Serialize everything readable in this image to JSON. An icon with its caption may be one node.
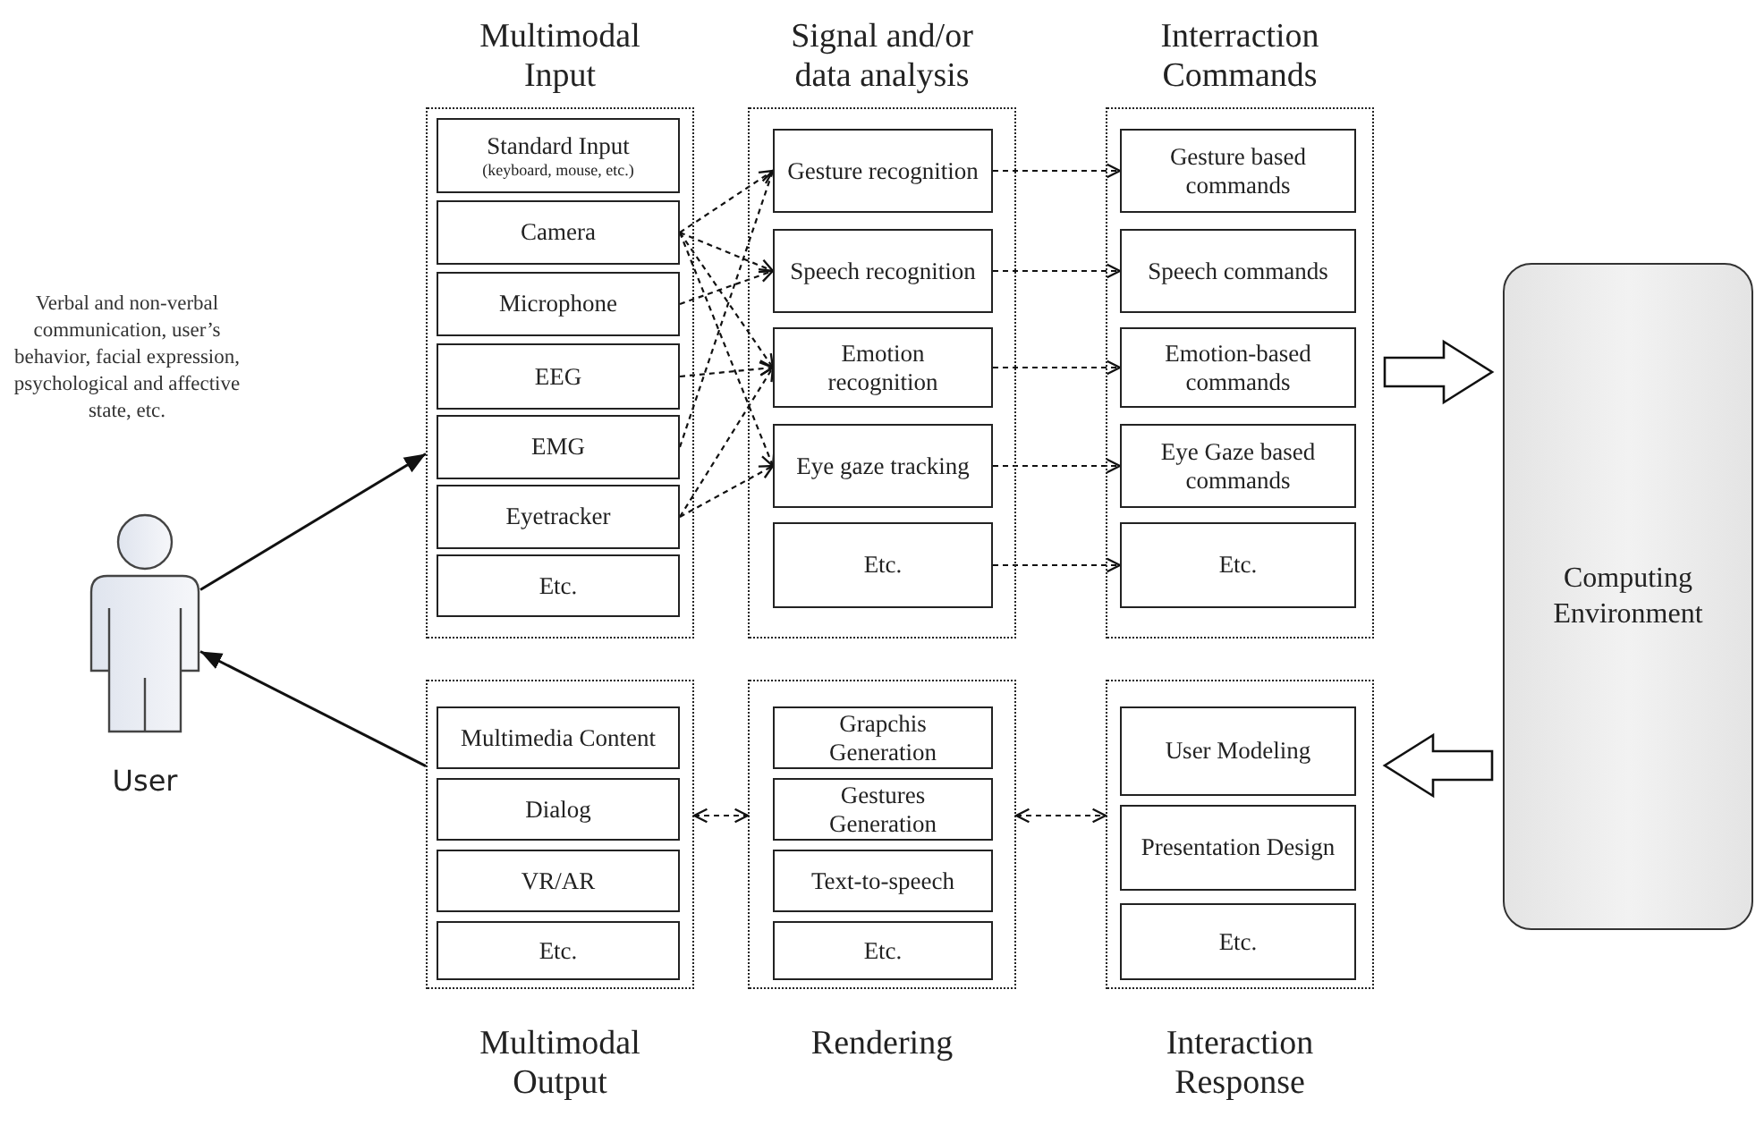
{
  "diagram": {
    "nodes": [
      {
        "text": [
          "User"
        ]
      },
      {
        "text": [
          "Multimodal Input"
        ]
      },
      {
        "text": [
          "Standard Input",
          "(keyboard, mouse, etc.)"
        ],
        "in": 1
      },
      {
        "text": [
          "Camera"
        ],
        "in": 1
      },
      {
        "text": [
          "Microphone"
        ],
        "in": 1
      },
      {
        "text": [
          "EEG"
        ],
        "in": 1
      },
      {
        "text": [
          "EMG"
        ],
        "in": 1
      },
      {
        "text": [
          "Eyetracker"
        ],
        "in": 1
      },
      {
        "text": [
          "Etc."
        ],
        "in": 1
      },
      {
        "text": [
          "Signal and/or data analysis"
        ]
      },
      {
        "text": [
          "Gesture recognition"
        ],
        "in": 9
      },
      {
        "text": [
          "Speech recognition"
        ],
        "in": 9
      },
      {
        "text": [
          "Emotion recognition"
        ],
        "in": 9
      },
      {
        "text": [
          "Eye gaze tracking"
        ],
        "in": 9
      },
      {
        "text": [
          "Etc."
        ],
        "in": 9
      },
      {
        "text": [
          "Interraction Commands"
        ]
      },
      {
        "text": [
          "Gesture based commands"
        ],
        "in": 15
      },
      {
        "text": [
          "Speech commands"
        ],
        "in": 15
      },
      {
        "text": [
          "Emotion-based commands"
        ],
        "in": 15
      },
      {
        "text": [
          "Eye Gaze based commands"
        ],
        "in": 15
      },
      {
        "text": [
          "Etc."
        ],
        "in": 15
      },
      {
        "text": [
          "Computing Environment"
        ]
      },
      {
        "text": [
          "Multimodal Output"
        ]
      },
      {
        "text": [
          "Multimedia Content"
        ],
        "in": 22
      },
      {
        "text": [
          "Dialog"
        ],
        "in": 22
      },
      {
        "text": [
          "VR/AR"
        ],
        "in": 22
      },
      {
        "text": [
          "Etc."
        ],
        "in": 22
      },
      {
        "text": [
          "Rendering"
        ]
      },
      {
        "text": [
          "Grapchis Generation"
        ],
        "in": 27
      },
      {
        "text": [
          "Gestures Generation"
        ],
        "in": 27
      },
      {
        "text": [
          "Text-to-speech"
        ],
        "in": 27
      },
      {
        "text": [
          "Etc."
        ],
        "in": 27
      },
      {
        "text": [
          "Interaction Response"
        ]
      },
      {
        "text": [
          "User Modeling"
        ],
        "in": 32
      },
      {
        "text": [
          "Presentation Design"
        ],
        "in": 32
      },
      {
        "text": [
          "Etc."
        ],
        "in": 32
      }
    ],
    "edges": [
      {
        "from": 0,
        "to": 1,
        "arrow": "to"
      },
      {
        "from": 22,
        "to": 0,
        "arrow": "to"
      },
      {
        "from": 3,
        "to": 10,
        "arrow": "to",
        "style": "dashed"
      },
      {
        "from": 3,
        "to": 11,
        "arrow": "to",
        "style": "dashed"
      },
      {
        "from": 3,
        "to": 12,
        "arrow": "to",
        "style": "dashed"
      },
      {
        "from": 3,
        "to": 13,
        "arrow": "to",
        "style": "dashed"
      },
      {
        "from": 4,
        "to": 11,
        "arrow": "to",
        "style": "dashed"
      },
      {
        "from": 5,
        "to": 12,
        "arrow": "to",
        "style": "dashed"
      },
      {
        "from": 6,
        "to": 10,
        "arrow": "to",
        "style": "dashed"
      },
      {
        "from": 7,
        "to": 12,
        "arrow": "to",
        "style": "dashed"
      },
      {
        "from": 7,
        "to": 13,
        "arrow": "to",
        "style": "dashed"
      },
      {
        "from": 10,
        "to": 16,
        "arrow": "to",
        "style": "dashed"
      },
      {
        "from": 11,
        "to": 17,
        "arrow": "to",
        "style": "dashed"
      },
      {
        "from": 12,
        "to": 18,
        "arrow": "to",
        "style": "dashed"
      },
      {
        "from": 13,
        "to": 19,
        "arrow": "to",
        "style": "dashed"
      },
      {
        "from": 14,
        "to": 20,
        "arrow": "to",
        "style": "dashed"
      },
      {
        "from": 15,
        "to": 21,
        "arrow": "to",
        "style": "thick"
      },
      {
        "from": 21,
        "to": 32,
        "arrow": "to",
        "style": "thick"
      },
      {
        "from": 22,
        "to": 27,
        "arrow": "both",
        "style": "dashed"
      },
      {
        "from": 27,
        "to": 32,
        "arrow": "both",
        "style": "dashed"
      }
    ],
    "labels": [
      "Verbal and non-verbal communication, user’s behavior, facial expression, psychological and affective state, etc."
    ]
  }
}
